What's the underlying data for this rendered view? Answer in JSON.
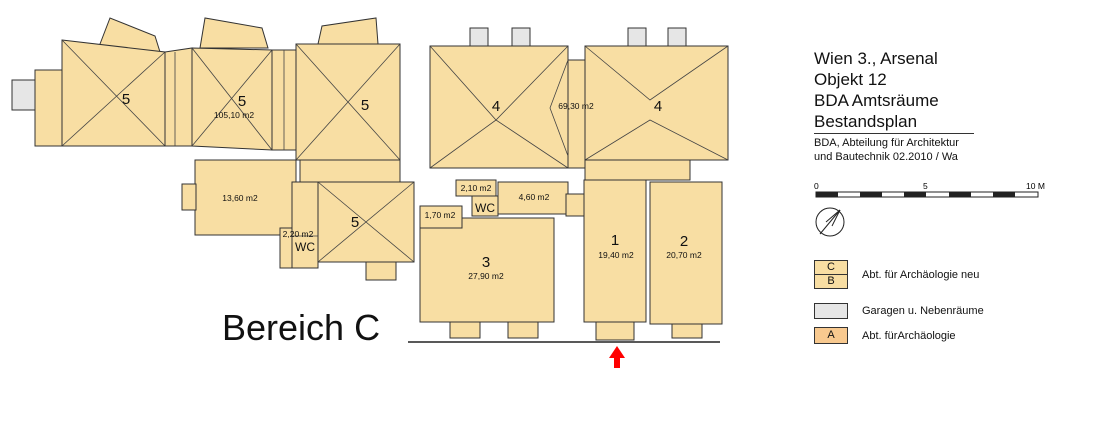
{
  "title": {
    "line1": "Wien 3., Arsenal",
    "line2": "Objekt 12",
    "line3": "BDA Amtsräume",
    "line4": "Bestandsplan"
  },
  "credit": {
    "line1": "BDA, Abteilung für Architektur",
    "line2": "und Bautechnik 02.2010 / Wa"
  },
  "scale": {
    "tick0": "0",
    "tick5": "5",
    "tick10": "10 M"
  },
  "legend": {
    "cb_top": "C",
    "cb_bottom": "B",
    "cb_label": "Abt. für Archäologie neu",
    "grey_label": "Garagen u. Nebenräume",
    "a_box": "A",
    "a_label": "Abt. fürArchäologie"
  },
  "plan": {
    "bereich": "Bereich C",
    "room5a": "5",
    "room5b": "5",
    "room5b_area": "105,10 m2",
    "room5c": "5",
    "room4a": "4",
    "room4b": "4",
    "room4_area": "69,30 m2",
    "room_13_60": "13,60 m2",
    "room_2_20": "2,20 m2",
    "wc1": "WC",
    "room5d": "5",
    "room_2_10": "2,10 m2",
    "wc2": "WC",
    "room_4_60": "4,60 m2",
    "room_1_70": "1,70 m2",
    "room3": "3",
    "room3_area": "27,90 m2",
    "room1": "1",
    "room1_area": "19,40 m2",
    "room2": "2",
    "room2_area": "20,70 m2"
  },
  "colors": {
    "room_fill": "#f8dea3",
    "legend_a": "#f8c98f",
    "garage_fill": "#e6e6e6",
    "entrance_arrow": "#ff0000"
  },
  "icons": [
    "north-arrow-icon",
    "entrance-arrow-icon"
  ]
}
